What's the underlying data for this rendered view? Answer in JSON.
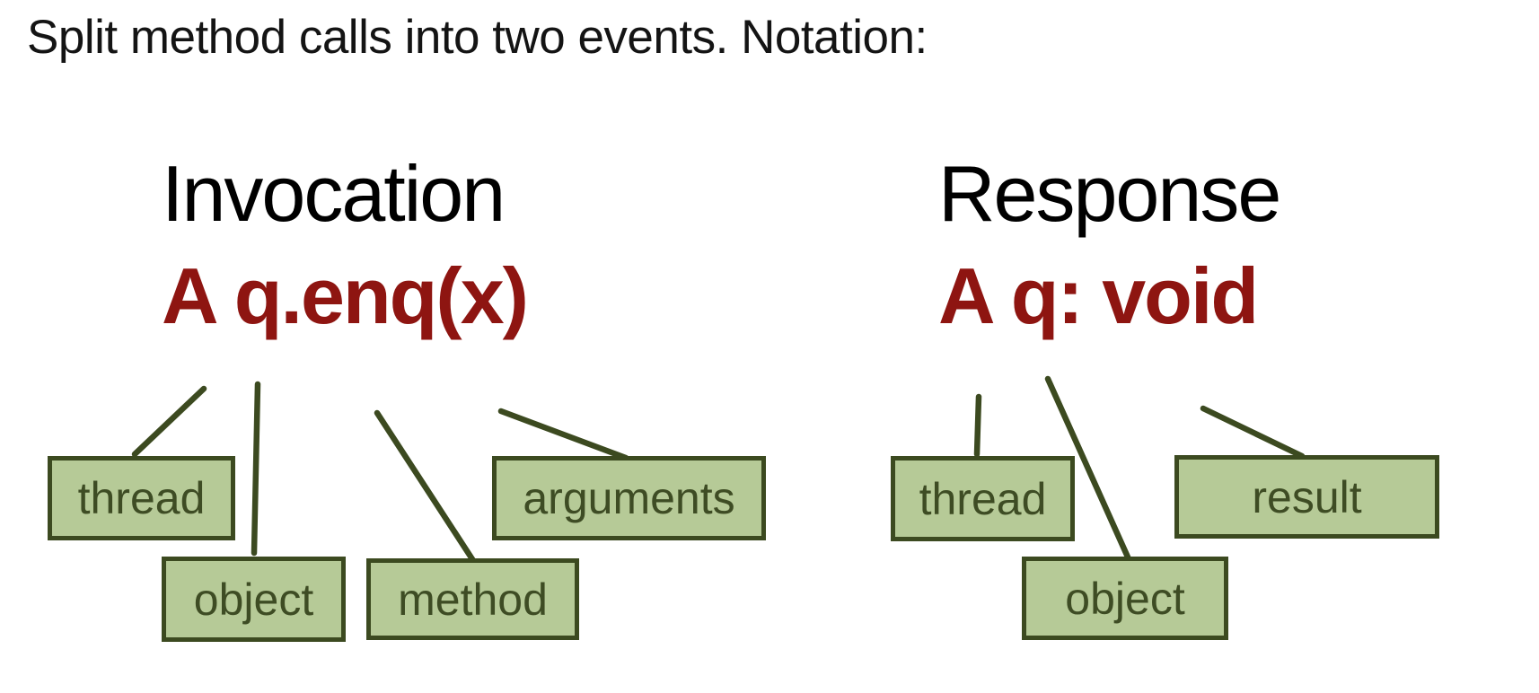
{
  "slide": {
    "title": "Split method calls into two events. Notation:"
  },
  "colors": {
    "notation_text": "#8e1511",
    "box_fill": "#b6ca97",
    "box_border": "#3c4a20",
    "box_text": "#3e4c24",
    "connector_line": "#3c4a20",
    "heading_text": "#000000",
    "background": "#ffffff"
  },
  "invocation": {
    "heading": "Invocation",
    "notation": "A q.enq(x)",
    "labels": {
      "thread": "thread",
      "object": "object",
      "method": "method",
      "arguments": "arguments"
    }
  },
  "response": {
    "heading": "Response",
    "notation": "A q: void",
    "labels": {
      "thread": "thread",
      "object": "object",
      "result": "result"
    }
  }
}
